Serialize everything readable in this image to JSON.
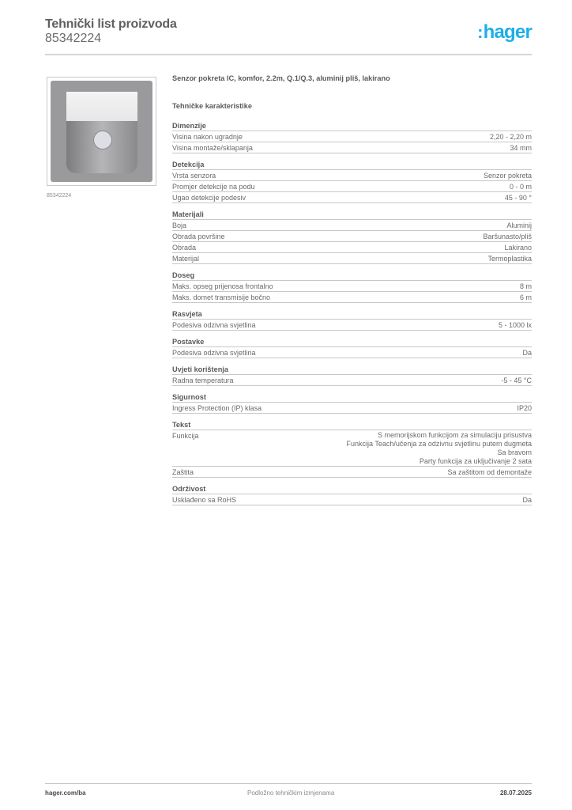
{
  "header": {
    "title": "Tehnički list proizvoda",
    "article_number": "85342224",
    "logo_text": "hager",
    "logo_color": "#1eaee8"
  },
  "image": {
    "caption": "85342224"
  },
  "product": {
    "description": "Senzor pokreta IC, komfor, 2.2m, Q.1/Q.3, aluminij pliš, lakirano",
    "tech_heading": "Tehničke karakteristike"
  },
  "sections": [
    {
      "title": "Dimenzije",
      "rows": [
        {
          "label": "Visina nakon ugradnje",
          "value": "2,20 - 2,20 m"
        },
        {
          "label": "Visina montaže/sklapanja",
          "value": "34 mm"
        }
      ]
    },
    {
      "title": "Detekcija",
      "rows": [
        {
          "label": "Vrsta senzora",
          "value": "Senzor pokreta"
        },
        {
          "label": "Promjer detekcije na podu",
          "value": "0 - 0 m"
        },
        {
          "label": "Ugao detekcije podesiv",
          "value": "45 - 90 °"
        }
      ]
    },
    {
      "title": "Materijali",
      "rows": [
        {
          "label": "Boja",
          "value": "Aluminij"
        },
        {
          "label": "Obrada površine",
          "value": "Baršunasto/pliš"
        },
        {
          "label": "Obrada",
          "value": "Lakirano"
        },
        {
          "label": "Materijal",
          "value": "Termoplastika"
        }
      ]
    },
    {
      "title": "Doseg",
      "rows": [
        {
          "label": "Maks. opseg prijenosa frontalno",
          "value": "8 m"
        },
        {
          "label": "Maks. domet transmisije bočno",
          "value": "6 m"
        }
      ]
    },
    {
      "title": "Rasvjeta",
      "rows": [
        {
          "label": "Podesiva odzivna svjetlina",
          "value": "5 - 1000 lx"
        }
      ]
    },
    {
      "title": "Postavke",
      "rows": [
        {
          "label": "Podesiva odzivna svjetlina",
          "value": "Da"
        }
      ]
    },
    {
      "title": "Uvjeti korištenja",
      "rows": [
        {
          "label": "Radna temperatura",
          "value": "-5 - 45 °C"
        }
      ]
    },
    {
      "title": "Sigurnost",
      "rows": [
        {
          "label": "Ingress Protection (IP) klasa",
          "value": "IP20"
        }
      ]
    },
    {
      "title": "Tekst",
      "rows": [
        {
          "label": "Funkcija",
          "values": [
            "S memorijskom funkcijom za simulaciju prisustva",
            "Funkcija Teach/učenja za odzivnu svjetlinu putem dugmeta",
            "Sa bravom",
            "Party funkcija za uključivanje 2 sata"
          ]
        },
        {
          "label": "Zaštita",
          "value": "Sa zaštitom od demontaže"
        }
      ]
    },
    {
      "title": "Održivost",
      "rows": [
        {
          "label": "Usklađeno sa RoHS",
          "value": "Da"
        }
      ]
    }
  ],
  "footer": {
    "website": "hager.com/ba",
    "notice": "Podložno tehničkim izmjenama",
    "date": "28.07.2025"
  }
}
